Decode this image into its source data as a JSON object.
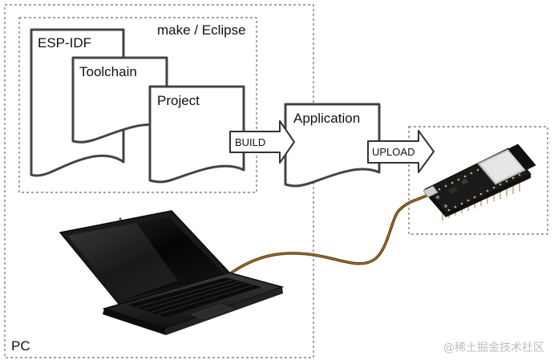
{
  "labels": {
    "ide": "make / Eclipse",
    "esp_idf": "ESP-IDF",
    "toolchain": "Toolchain",
    "project": "Project",
    "application": "Application",
    "build": "BUILD",
    "upload": "UPLOAD",
    "pc": "PC",
    "watermark": "@稀土掘金技术社区"
  },
  "icons": {
    "laptop": "laptop-icon",
    "board": "esp32-devkit-board-icon",
    "cable": "usb-cable"
  }
}
